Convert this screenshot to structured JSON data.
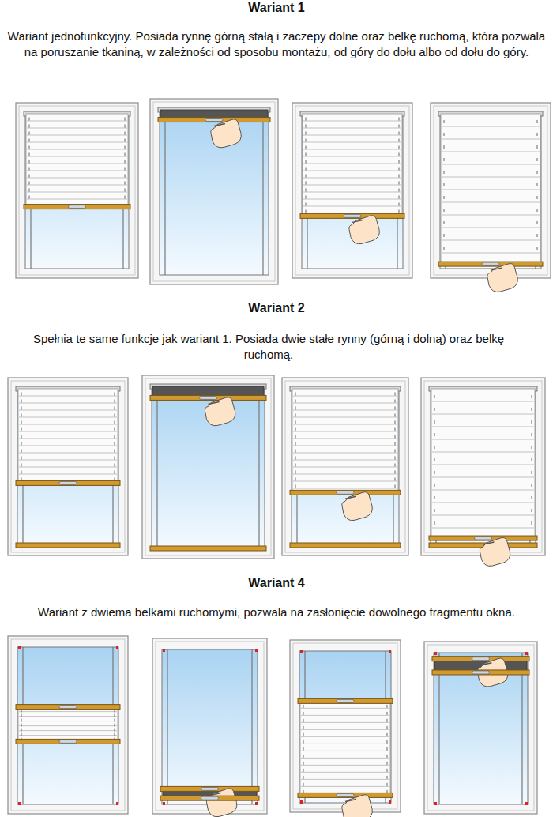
{
  "diagram": {
    "labels": [
      "Wariant 1",
      "Wariant jednofunkcyjny. Posiada rynnę górną stałą i zaczepy dolne oraz belkę ruchomą, która pozwala na poruszanie tkaniną, w zależności od sposobu montażu, od góry do dołu albo od dołu do góry.",
      "Wariant 2",
      "Spełnia te same funkcje jak wariant 1. Posiada dwie stałe rynny (górną i dolną) oraz belkę ruchomą.",
      "Wariant 4",
      "Wariant z dwiema belkami ruchomymi,  pozwala na zasłonięcie dowolnego fragmentu okna."
    ]
  }
}
